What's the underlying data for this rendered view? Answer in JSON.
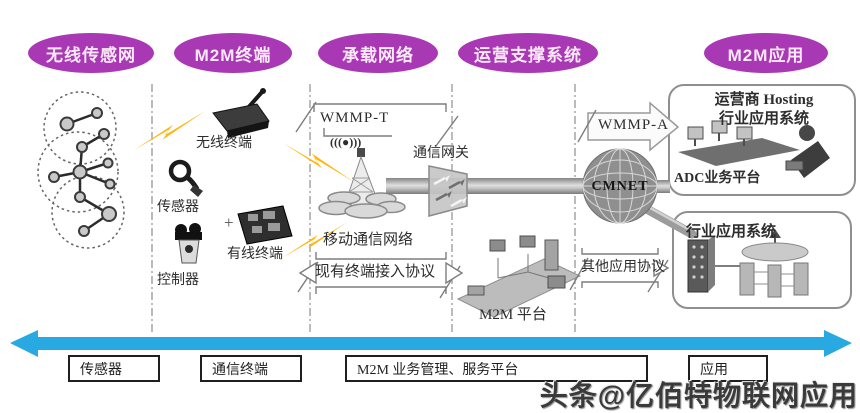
{
  "stages": [
    {
      "label": "无线传感网"
    },
    {
      "label": "M2M终端"
    },
    {
      "label": "承载网络"
    },
    {
      "label": "运营支撑系统"
    },
    {
      "label": "M2M应用"
    }
  ],
  "terminals": {
    "wireless": "无线终端",
    "sensor": "传感器",
    "plus": "+",
    "wired": "有线终端",
    "controller": "控制器"
  },
  "bearer": {
    "wmmp_t": "WMMP-T",
    "radio": "(((●)))",
    "gateway": "通信网关",
    "mobile_net": "移动通信网络",
    "legacy_protocol": "现有终端接入协议"
  },
  "oss": {
    "platform": "M2M 平台"
  },
  "internet": {
    "name": "CMNET",
    "wmmp_a": "WMMP-A",
    "other_protocol": "其他应用协议"
  },
  "apps": {
    "hosting_line1": "运营商 Hosting",
    "hosting_line2": "行业应用系统",
    "adc": "ADC业务平台",
    "industry": "行业应用系统"
  },
  "bottom_boxes": [
    {
      "label": "传感器"
    },
    {
      "label": "通信终端"
    },
    {
      "label": "M2M 业务管理、服务平台"
    },
    {
      "label": "应用"
    }
  ],
  "watermark": "头条@亿佰特物联网应用",
  "colors": {
    "stage_bg": "#a838b4",
    "lightning": "#ffb612",
    "arrow_blue": "#29a9e2",
    "pipe_gray": "#9a9a9a"
  }
}
